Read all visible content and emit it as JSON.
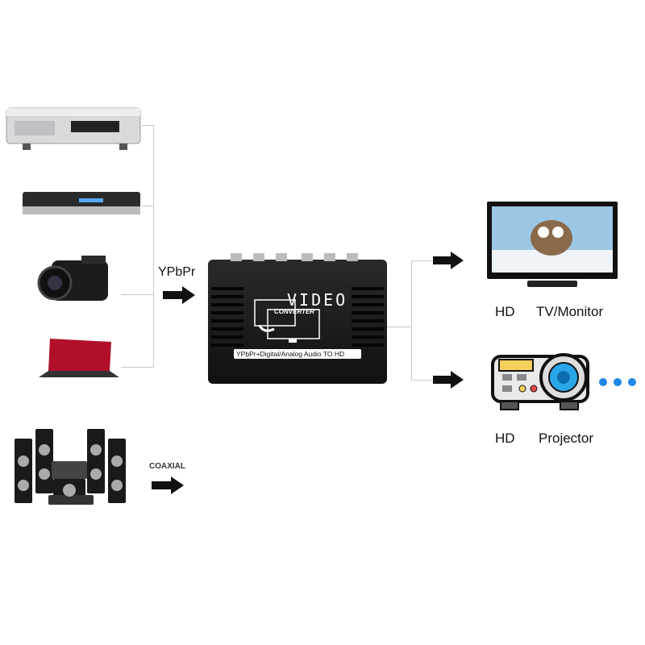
{
  "inputs": {
    "ypbpr_label": "YPbPr",
    "coaxial_label": "COAXIAL"
  },
  "converter": {
    "title": "VIDEO",
    "subtitle": "CONVERTER",
    "strip": "YPbPr+Digital/Analog Audio TO HD"
  },
  "outputs": [
    {
      "res": "HD",
      "device": "TV/Monitor"
    },
    {
      "res": "HD",
      "device": "Projector"
    }
  ],
  "colors": {
    "arrow": "#111111",
    "line": "#c8c8c8",
    "dots": "#1e88e5",
    "laptop": "#b0102a"
  }
}
